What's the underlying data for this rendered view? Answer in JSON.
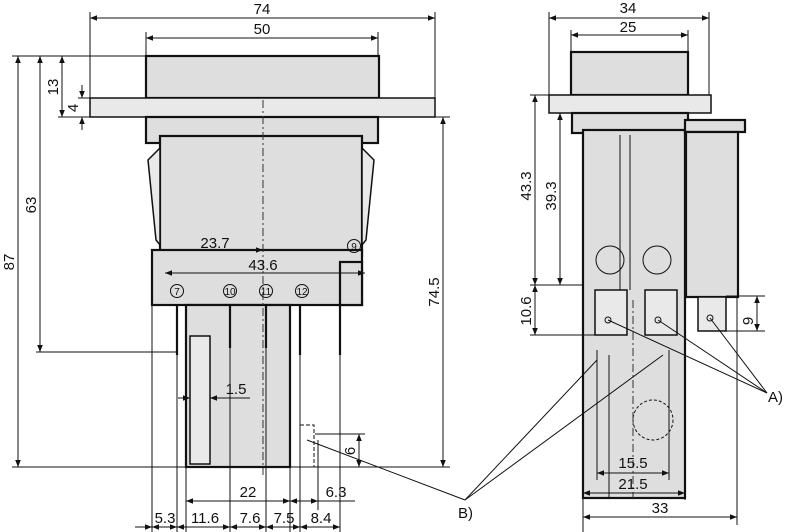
{
  "front_view": {
    "dimensions": {
      "overall_width": "74",
      "button_width": "50",
      "total_height": "87",
      "height_to_pins": "63",
      "button_height": "13",
      "flange_thickness": "4",
      "depth_below_flange": "74.5",
      "center_offset": "23.7",
      "body_width": "43.6",
      "wall_thickness": "1.5",
      "tab_height": "6",
      "block_width": "22",
      "tab_offset": "6.3",
      "pitch_1": "5.3",
      "pitch_2": "11.6",
      "pitch_3": "7.6",
      "pitch_4": "7.5",
      "pitch_5": "8.4"
    },
    "terminals": [
      "7",
      "10",
      "11",
      "12",
      "9"
    ]
  },
  "side_view": {
    "dimensions": {
      "overall_width": "34",
      "button_width": "25",
      "height_43": "43.3",
      "height_39": "39.3",
      "terminal_height": "10.6",
      "side_terminal_height": "9",
      "pin_spacing": "15.5",
      "body_depth": "21.5",
      "total_depth": "33"
    }
  },
  "callouts": {
    "a": "A)",
    "b": "B)"
  }
}
